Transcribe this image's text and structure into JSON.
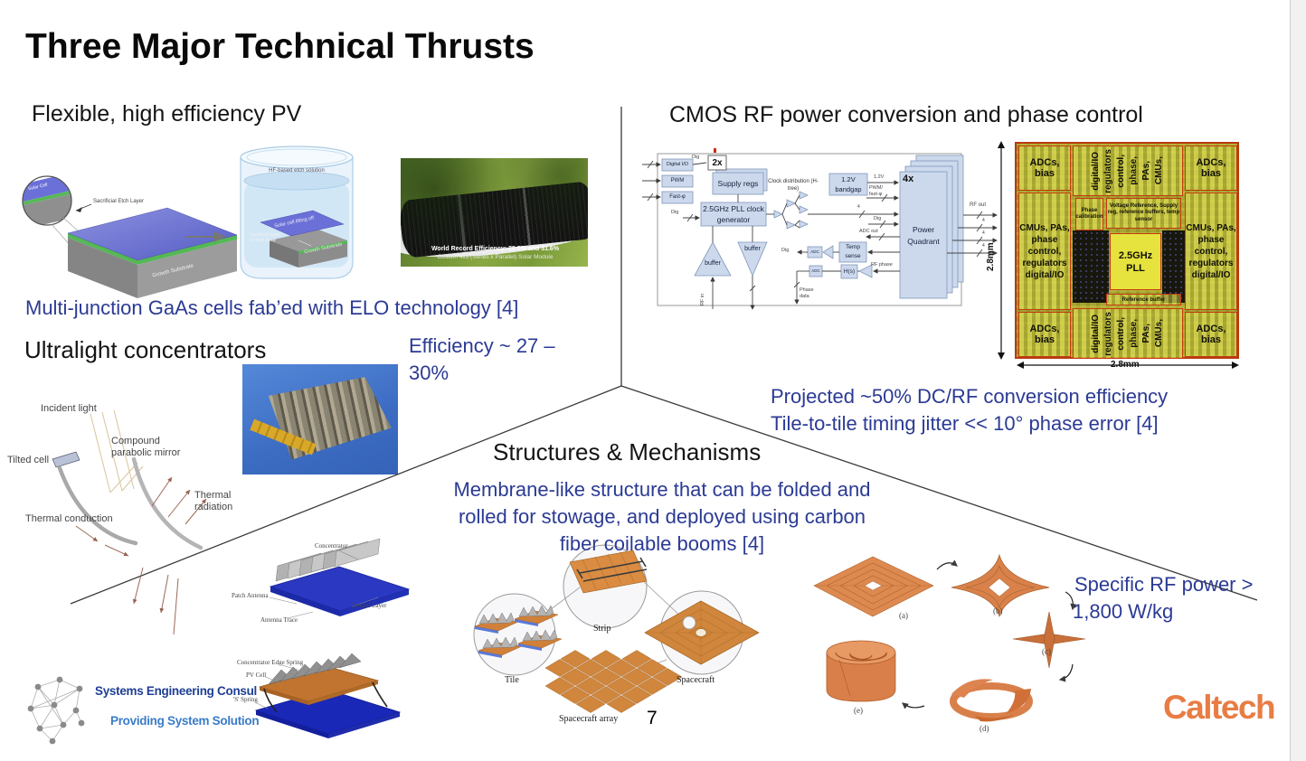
{
  "colors": {
    "navy_text": "#2b3a94",
    "caltech_orange": "#e87d44",
    "origami_orange": "#d0863c",
    "block_blue": "#ccd9ed",
    "die_olive": "#a8a432",
    "die_border_red": "#c43a10",
    "die_pll_yellow": "#e6e23e"
  },
  "slide": {
    "title": "Three Major Technical Thrusts",
    "page_number": "7"
  },
  "pv": {
    "heading": "Flexible, high efficiency PV",
    "note": "Multi-junction GaAs cells fab’ed with ELO technology [4]",
    "eff1": "Efficiency ~ 27 –",
    "eff2": "30%",
    "fab": {
      "solar_cell": "Solar Cell",
      "sacrificial": "Sacrificial Etch Layer",
      "substrate": "Growth Substrate",
      "solution": "HF-based etch solution",
      "liftoff": "Solar cell lifting off",
      "etching": "Sacrificial layer etching away",
      "substrate2": "Growth Substrate"
    },
    "cap1": "World Record Efficiency: 29.8% and 31.6%",
    "cap2": "Custom 4x3 (Series x Parallel) Solar Module"
  },
  "conc": {
    "heading": "Ultralight concentrators",
    "ray": {
      "incident": "Incident light",
      "mirror": "Compound parabolic mirror",
      "cell": "Tilted cell",
      "radiation": "Thermal radiation",
      "conduction": "Thermal conduction"
    },
    "cad1": {
      "concentrator": "Concentrator",
      "patch": "Patch Antenna",
      "ground": "Ground Layer",
      "trace": "Antenna Trace"
    },
    "cad2": {
      "edge_spring": "Concentrator Edge Spring",
      "pv_cell": "PV Cell",
      "s_spring": "'S' Spring"
    }
  },
  "cmos": {
    "heading": "CMOS RF power conversion and phase control",
    "note1": "Projected ~50% DC/RF conversion efficiency",
    "note2": "Tile-to-tile timing jitter << 10° phase error [4]",
    "bd": {
      "digital_io": "Digital I/O",
      "pwm": "PWM",
      "fast_phi": "Fast-φ",
      "x2": "2x",
      "supply_regs": "Supply regs",
      "pll": "2.5GHz PLL clock generator",
      "clock_dist": "Clock distribution (H-tree)",
      "bandgap": "1.2V bandgap",
      "x4": "4x",
      "power_quadrant": "Power Quadrant",
      "buffer": "buffer",
      "temp_sense": "Temp sense",
      "hs": "H(s)",
      "adc": "ADC",
      "dig": "Dig",
      "v12": "1.2V",
      "pwm_fast": "PWM/ fast-φ",
      "adc_out": "ADC out",
      "rf_phase": "RF phase",
      "phase_data": "Phase data",
      "rf_in": "RF in",
      "rf_out": "RF out",
      "four": "4"
    },
    "die": {
      "adcs_bias": "ADCs, bias",
      "cmu_side": "CMUs, PAs, phase control, regulators digital/IO",
      "vw": [
        "digital/IO",
        "regulators",
        "control,",
        "phase,",
        "PAs,",
        "CMUs,"
      ],
      "phase_cal": "Phase calibration",
      "vref": "Voltage Reference, Supply reg, reference buffers, temp sensor",
      "pll": "2.5GHz PLL",
      "ref_buffer": "Reference buffer",
      "dim": "2.8mm"
    }
  },
  "str": {
    "heading": "Structures & Mechanisms",
    "l1": "Membrane-like structure that can be folded and",
    "l2": "rolled for stowage, and deployed using carbon",
    "l3": "fiber coilable booms [4]",
    "tile": "Tile",
    "strip": "Strip",
    "spacecraft": "Spacecraft",
    "array": "Spacecraft array",
    "fa": "(a)",
    "fb": "(b)",
    "fc": "(c)",
    "fd": "(d)",
    "fe": "(e)",
    "rf1": "Specific RF power >",
    "rf2": "1,800 W/kg"
  },
  "footer": {
    "sec1": "Systems Engineering Consul",
    "sec2": "Providing System Solution",
    "caltech": "Caltech"
  }
}
